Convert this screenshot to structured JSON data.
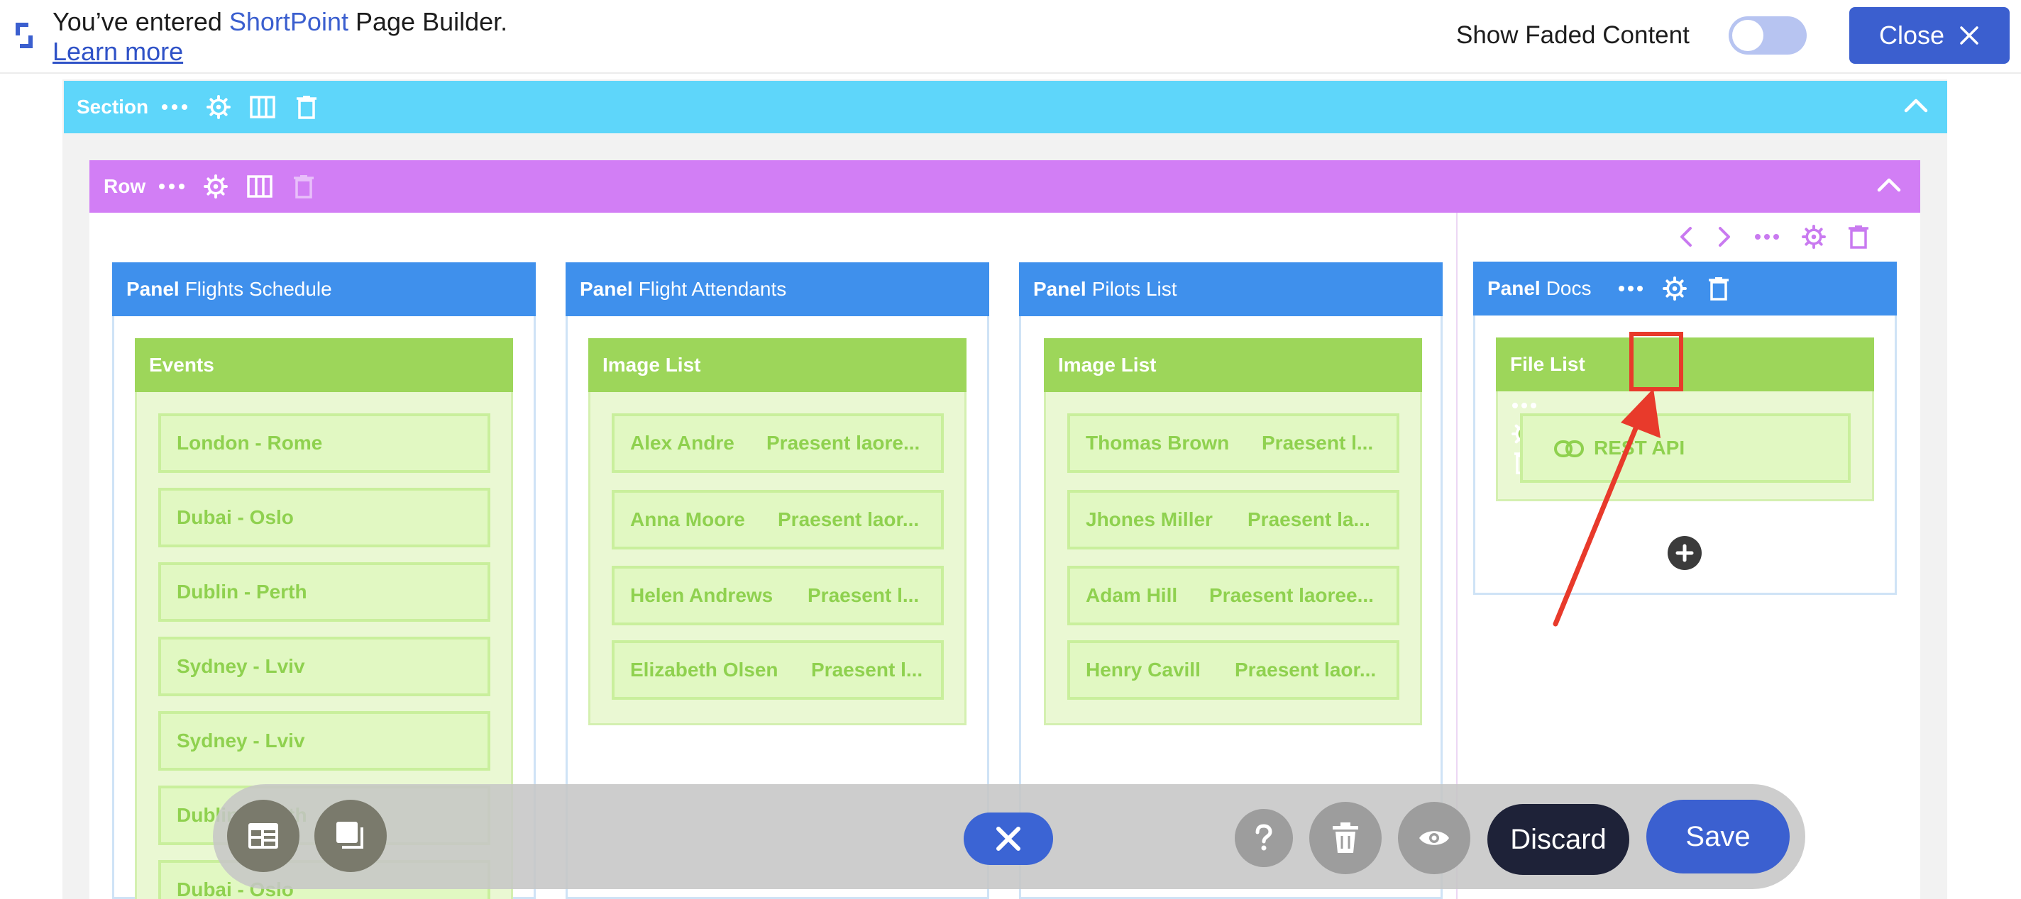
{
  "topbar": {
    "message_prefix": "You’ve entered ",
    "brand": "ShortPoint",
    "message_suffix": " Page Builder.",
    "learn_more": "Learn more",
    "faded_label": "Show Faded Content",
    "faded_on": false,
    "close_label": "Close"
  },
  "section": {
    "label": "Section"
  },
  "row": {
    "label": "Row"
  },
  "panels": [
    {
      "kind": "Panel",
      "title": "Flights Schedule",
      "element": "Events",
      "items": [
        "London - Rome",
        "Dubai - Oslo",
        "Dublin - Perth",
        "Sydney - Lviv",
        "Sydney - Lviv",
        "Dublin - Perth",
        "Dubai - Oslo"
      ]
    },
    {
      "kind": "Panel",
      "title": "Flight Attendants",
      "element": "Image List",
      "items": [
        {
          "name": "Alex Andre",
          "desc": "Praesent laore..."
        },
        {
          "name": "Anna Moore",
          "desc": "Praesent laor..."
        },
        {
          "name": "Helen Andrews",
          "desc": "Praesent l..."
        },
        {
          "name": "Elizabeth Olsen",
          "desc": "Praesent l..."
        }
      ]
    },
    {
      "kind": "Panel",
      "title": "Pilots List",
      "element": "Image List",
      "items": [
        {
          "name": "Thomas Brown",
          "desc": "Praesent l..."
        },
        {
          "name": "Jhones Miller",
          "desc": "Praesent la..."
        },
        {
          "name": "Adam Hill",
          "desc": "Praesent laoree..."
        },
        {
          "name": "Henry Cavill",
          "desc": "Praesent laor..."
        }
      ]
    },
    {
      "kind": "Panel",
      "title": "Docs",
      "element": "File List",
      "items": [
        {
          "name": "REST API"
        }
      ]
    }
  ],
  "toolbar": {
    "discard_label": "Discard",
    "save_label": "Save"
  },
  "colors": {
    "section": "#5ed6fa",
    "row": "#d27ef5",
    "panel_header": "#3f90ec",
    "element_header": "#9dd65a",
    "item_text": "#8fd14f",
    "primary": "#3b5fcf",
    "highlight": "#e83a2b"
  }
}
